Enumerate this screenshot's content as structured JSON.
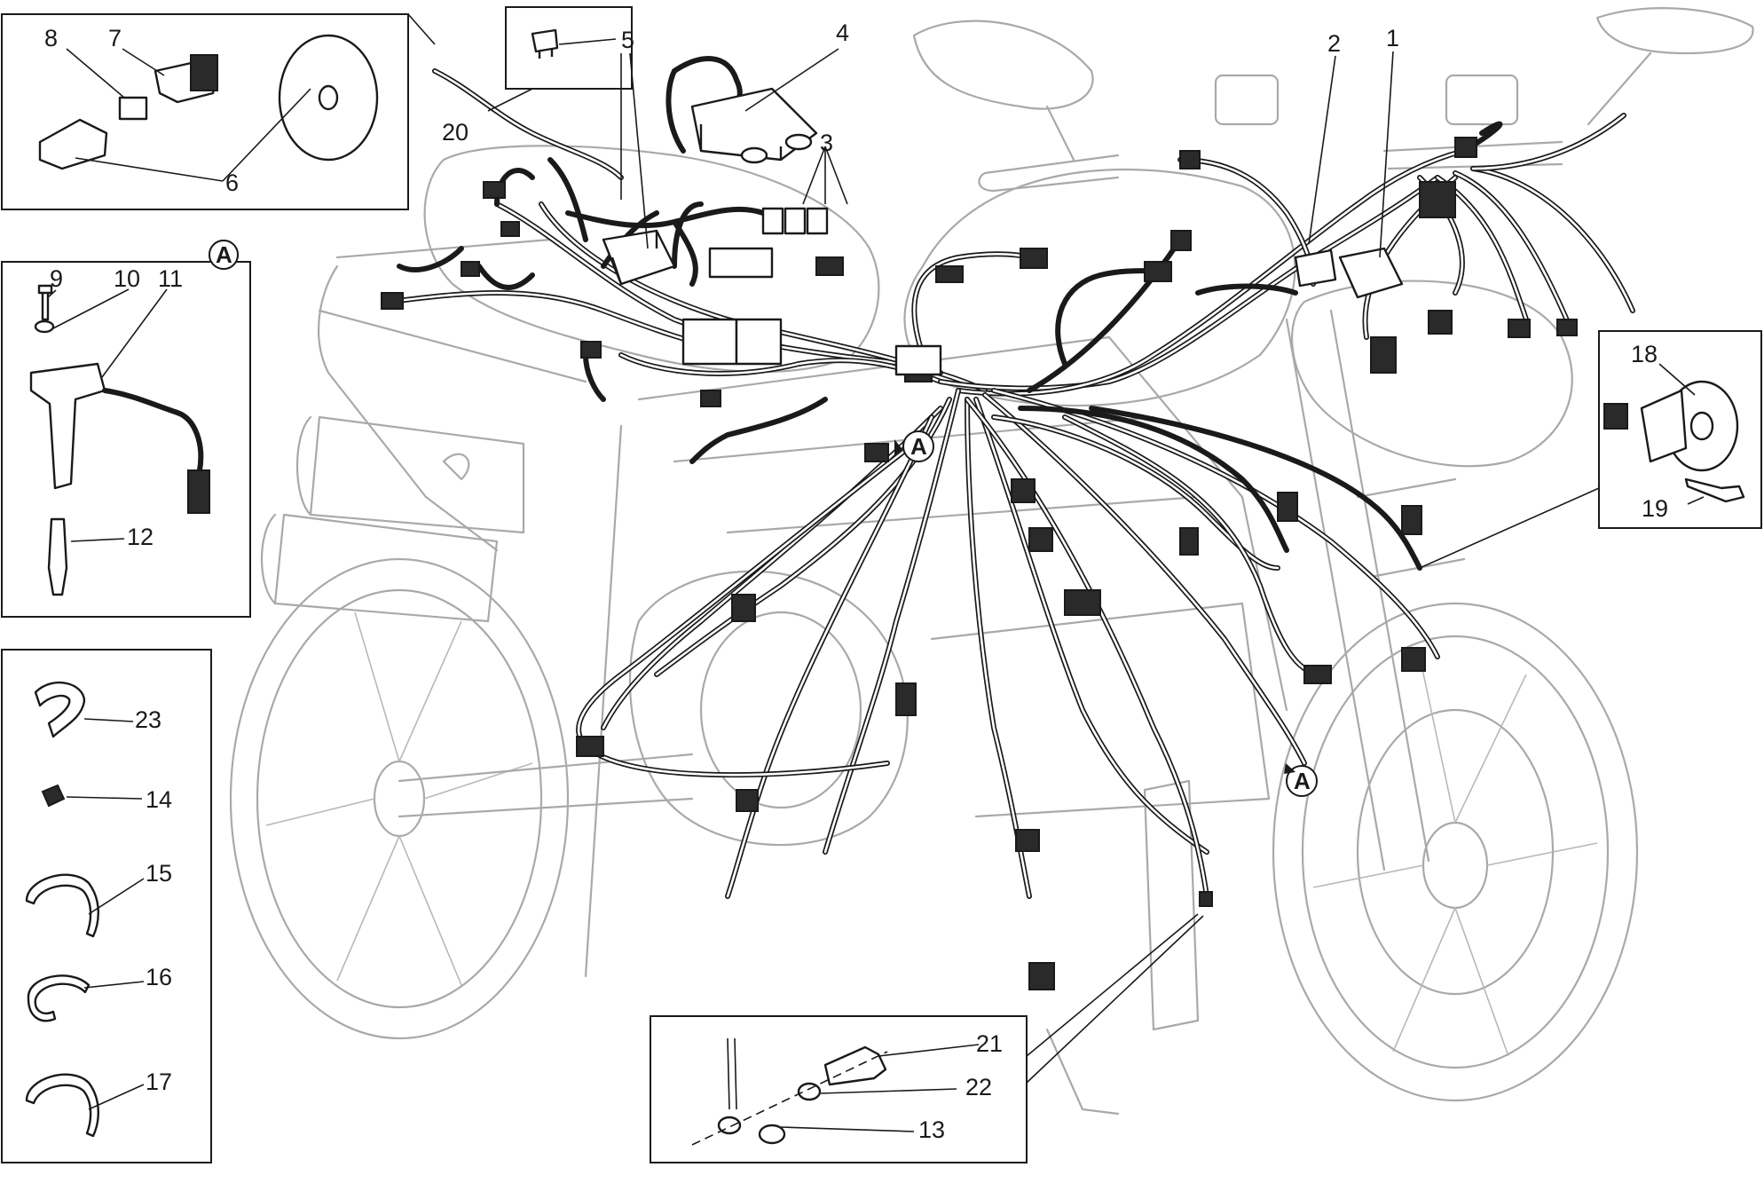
{
  "callouts": {
    "c1": "1",
    "c2": "2",
    "c3": "3",
    "c4": "4",
    "c5": "5",
    "c6": "6",
    "c7": "7",
    "c8": "8",
    "c9": "9",
    "c10": "10",
    "c11": "11",
    "c12": "12",
    "c13": "13",
    "c14": "14",
    "c15": "15",
    "c16": "16",
    "c17": "17",
    "c18": "18",
    "c19": "19",
    "c20": "20",
    "c21": "21",
    "c22": "22",
    "c23": "23"
  },
  "detail_marker": "A"
}
